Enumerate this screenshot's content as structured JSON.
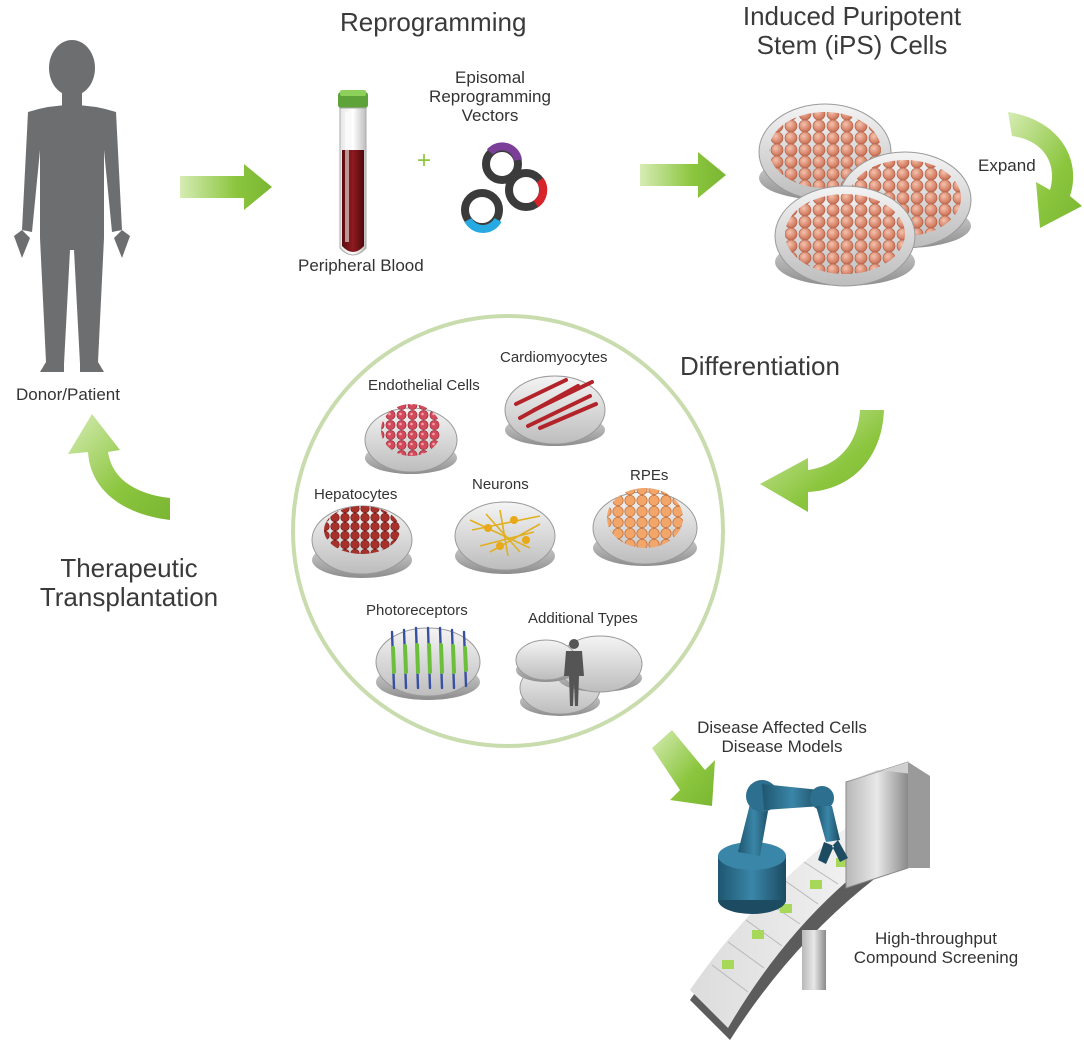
{
  "labels": {
    "reprogramming": "Reprogramming",
    "ips_line1": "Induced Puripotent",
    "ips_line2": "Stem (iPS) Cells",
    "episomal_line1": "Episomal",
    "episomal_line2": "Reprogramming",
    "episomal_line3": "Vectors",
    "plus": "+",
    "peripheral_blood": "Peripheral Blood",
    "expand": "Expand",
    "donor_patient": "Donor/Patient",
    "differentiation": "Differentiation",
    "therapeutic_line1": "Therapeutic",
    "therapeutic_line2": "Transplantation",
    "cardiomyocytes": "Cardiomyocytes",
    "endothelial_cells": "Endothelial Cells",
    "hepatocytes": "Hepatocytes",
    "neurons": "Neurons",
    "rpes": "RPEs",
    "photoreceptors": "Photoreceptors",
    "additional_types": "Additional Types",
    "disease_line1": "Disease Affected Cells",
    "disease_line2": "Disease Models",
    "screening_line1": "High-throughput",
    "screening_line2": "Compound Screening"
  },
  "colors": {
    "arrow_green": "#8cc63f",
    "arrow_green_light": "#d6ecb4",
    "silhouette": "#6d6e70",
    "circle_outline": "#c9dcae",
    "robot_blue": "#2d6f8e",
    "ips_cell": "#d9846a",
    "blood": "#7a1218",
    "cardio": "#b3242a",
    "endothelial": "#c83a4a",
    "hepatocyte": "#9c2c25",
    "neuron": "#e0b020",
    "rpe": "#ee9a5c",
    "photoreceptor_green": "#6cbf3a",
    "photoreceptor_blue": "#3850a0",
    "vector_purple": "#7b3f98",
    "vector_red": "#d8232a",
    "vector_blue": "#27a9e1"
  },
  "icons": [
    "human-silhouette-icon",
    "blood-tube-icon",
    "plasmid-rings-icon",
    "petri-dish-icon",
    "robot-arm-icon",
    "conveyor-belt-icon",
    "screening-chamber-icon"
  ]
}
